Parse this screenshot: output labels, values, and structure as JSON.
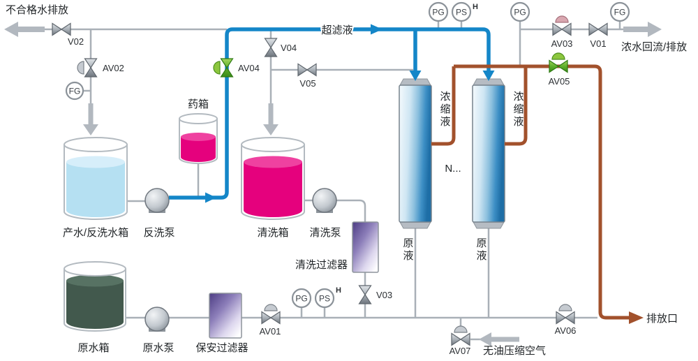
{
  "labels": {
    "unqualified_water_discharge": "不合格水排放",
    "ultrafiltrate": "超滤液",
    "concentrate_return_discharge": "浓水回流/排放",
    "chemical_tank": "药箱",
    "product_backwash_tank": "产水/反洗水箱",
    "backwash_pump": "反洗泵",
    "cleaning_tank": "清洗箱",
    "cleaning_pump": "清洗泵",
    "cleaning_filter": "清洗过滤器",
    "membrane_count": "N...",
    "concentrate": "浓缩液",
    "raw_liquid": "原液",
    "raw_water_tank": "原水箱",
    "raw_water_pump": "原水泵",
    "security_filter": "保安过滤器",
    "oil_free_air": "无油压缩空气",
    "discharge_outlet": "排放口",
    "high_alarm": "H"
  },
  "valves": {
    "v01": "V01",
    "v02": "V02",
    "v03": "V03",
    "v04": "V04",
    "v05": "V05",
    "av01": "AV01",
    "av02": "AV02",
    "av03": "AV03",
    "av04": "AV04",
    "av05": "AV05",
    "av06": "AV06",
    "av07": "AV07"
  },
  "gauges": {
    "pressure": "PG",
    "pressure_switch": "PS",
    "flow": "FG"
  },
  "colors": {
    "pipe_gray": "#a9b0b7",
    "ultrafiltrate_blue": "#1486c8",
    "concentrate_brown": "#a2512c",
    "valve_green": "#5fb02c",
    "product_water_liquid": "#b5e0f2",
    "chemical_liquid": "#e5017d",
    "raw_water_liquid": "#42594d",
    "filter_purple": "#4d3d84",
    "membrane_blue": "#1e6ea6"
  }
}
